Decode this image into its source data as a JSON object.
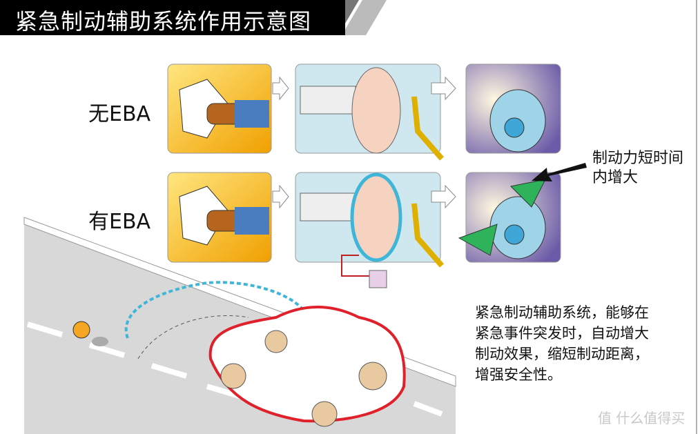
{
  "title": "紧急制动辅助系统作用示意图",
  "rows": [
    {
      "label": "无EBA"
    },
    {
      "label": "有EBA"
    }
  ],
  "callout": "制动力短时间内增大",
  "description": "紧急制动辅助系统，能够在紧急事件突发时，自动增大制动效果，缩短制动距离，增强安全性。",
  "watermark": "值 什么值得买",
  "colors": {
    "title_bg": "#000000",
    "pedal_panel": "#f5b400",
    "booster_panel": "#cfe8f0",
    "disc_panel": "#7a6fb0",
    "car_outline": "#e0202a",
    "trajectory": "#3fb6d8",
    "brake_pad": "#2fb35a"
  }
}
